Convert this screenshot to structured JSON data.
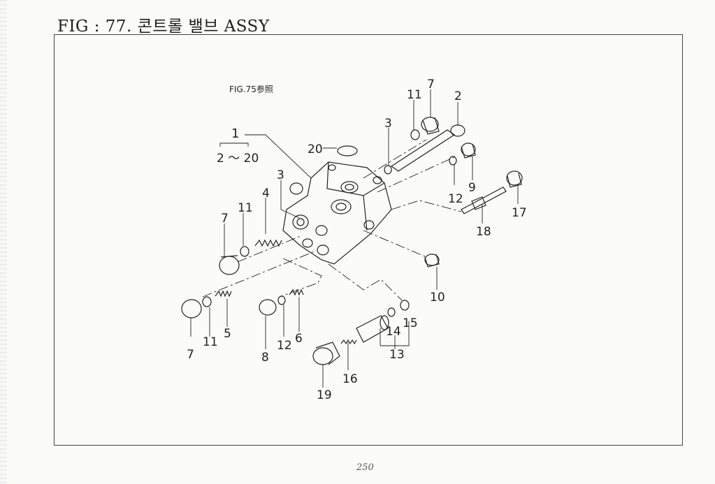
{
  "header": {
    "title": "FIG : 77. 콘트롤 밸브 ASSY"
  },
  "reference_note": "FIG.75参照",
  "assembly_label": {
    "number": "1",
    "range": "2 ～ 20"
  },
  "callouts": [
    {
      "id": "c-2",
      "text": "2"
    },
    {
      "id": "c-3a",
      "text": "3"
    },
    {
      "id": "c-3b",
      "text": "3"
    },
    {
      "id": "c-4",
      "text": "4"
    },
    {
      "id": "c-5",
      "text": "5"
    },
    {
      "id": "c-6",
      "text": "6"
    },
    {
      "id": "c-7a",
      "text": "7"
    },
    {
      "id": "c-7b",
      "text": "7"
    },
    {
      "id": "c-7c",
      "text": "7"
    },
    {
      "id": "c-8",
      "text": "8"
    },
    {
      "id": "c-9",
      "text": "9"
    },
    {
      "id": "c-10",
      "text": "10"
    },
    {
      "id": "c-11a",
      "text": "11"
    },
    {
      "id": "c-11b",
      "text": "11"
    },
    {
      "id": "c-11c",
      "text": "11"
    },
    {
      "id": "c-12a",
      "text": "12"
    },
    {
      "id": "c-12b",
      "text": "12"
    },
    {
      "id": "c-13",
      "text": "13"
    },
    {
      "id": "c-14",
      "text": "14"
    },
    {
      "id": "c-15",
      "text": "15"
    },
    {
      "id": "c-16",
      "text": "16"
    },
    {
      "id": "c-17",
      "text": "17"
    },
    {
      "id": "c-18",
      "text": "18"
    },
    {
      "id": "c-19",
      "text": "19"
    },
    {
      "id": "c-20",
      "text": "20"
    }
  ],
  "footer": {
    "page_number": "250"
  }
}
